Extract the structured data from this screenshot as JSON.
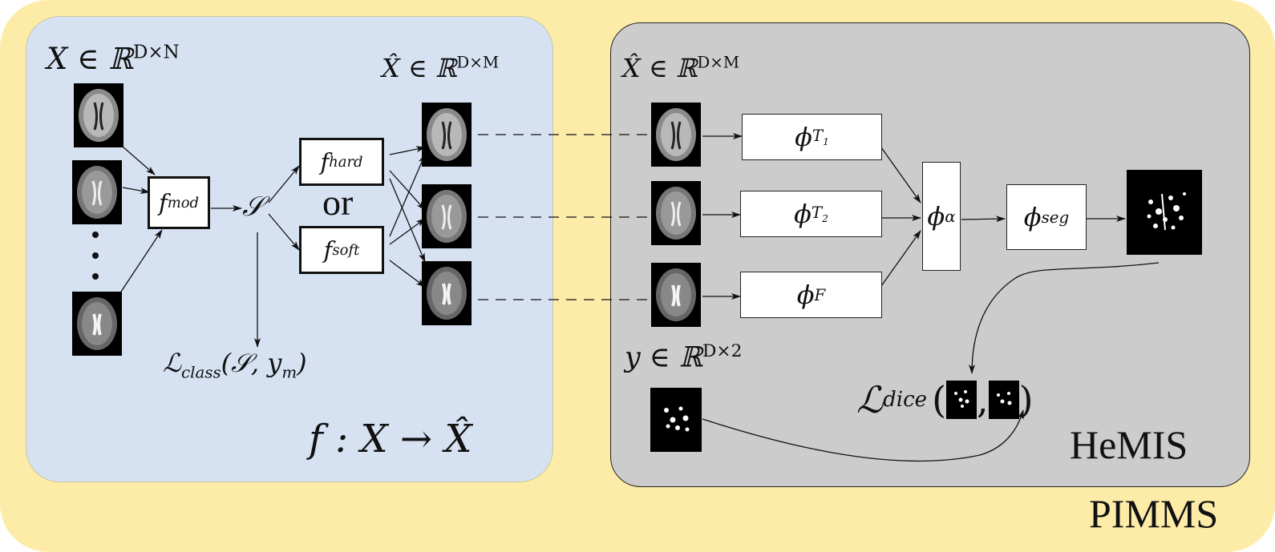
{
  "left_panel": {
    "input_label": "X ∈ ℝ",
    "input_sup": "D×N",
    "output_label": "X̂ ∈ ℝ",
    "output_sup": "D×M",
    "f_mod_main": "f",
    "f_mod_sub": "mod",
    "selector": "𝒮",
    "f_hard_main": "f",
    "f_hard_sub": "hard",
    "or_text": "or",
    "f_soft_main": "f",
    "f_soft_sub": "soft",
    "loss_class": "ℒ",
    "loss_class_sub": "class",
    "loss_class_args": "(𝒮, y",
    "loss_class_args_sub": "m",
    "loss_class_close": ")",
    "mapping": "f : X → X̂"
  },
  "right_panel": {
    "input_label": "X̂ ∈ ℝ",
    "input_sup": "D×M",
    "phi": "ϕ",
    "phi_t1_sub": "T",
    "phi_t1_subsub": "1",
    "phi_t2_sub": "T",
    "phi_t2_subsub": "2",
    "phi_f_sub": "F",
    "phi_alpha_sub": "α",
    "phi_seg_sub": "seg",
    "target_label": "y ∈ ℝ",
    "target_sup": "D×2",
    "loss_dice": "ℒ",
    "loss_dice_sub": "dice",
    "paren_open": "(",
    "comma": ",",
    "paren_close": ")",
    "name": "HeMIS"
  },
  "outer_label": "PIMMS",
  "colors": {
    "outer_bg": "#fdeca8",
    "left_panel_bg": "#d6e1f2",
    "right_panel_bg": "#cccccc"
  },
  "icons": [
    "brain-mri-thumbnail",
    "segmentation-mask-thumbnail",
    "vertical-ellipsis"
  ]
}
